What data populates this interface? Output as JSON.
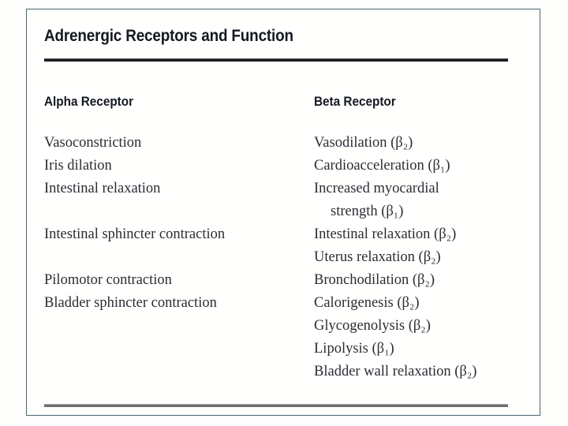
{
  "slide": {
    "title": "Adrenergic Receptors and Function",
    "border_color": "#4a6670",
    "background_color": "#fdfdfc",
    "text_color": "#2a2d34",
    "rule_top_color": "#1c1c1c",
    "rule_bottom_color": "#6f6f70"
  },
  "columns": {
    "alpha": {
      "header": "Alpha Receptor",
      "entries": [
        {
          "text": "Vasoconstriction",
          "continuation": false,
          "gap_before": false
        },
        {
          "text": "Iris dilation",
          "continuation": false,
          "gap_before": false
        },
        {
          "text": "Intestinal relaxation",
          "continuation": false,
          "gap_before": false
        },
        {
          "text": "Intestinal sphincter contraction",
          "continuation": false,
          "gap_before": true
        },
        {
          "text": "Pilomotor contraction",
          "continuation": false,
          "gap_before": true
        },
        {
          "text": "Bladder sphincter contraction",
          "continuation": false,
          "gap_before": false
        }
      ]
    },
    "beta": {
      "header": "Beta Receptor",
      "entries": [
        {
          "text": "Vasodilation (β₂)",
          "label": "Vasodilation",
          "receptor": "β₂",
          "continuation": false
        },
        {
          "text": "Cardioacceleration (β₁)",
          "label": "Cardioacceleration",
          "receptor": "β₁",
          "continuation": false
        },
        {
          "text": "Increased myocardial",
          "label": "Increased myocardial",
          "receptor": "",
          "continuation": false
        },
        {
          "text": "strength (β₁)",
          "label": "strength",
          "receptor": "β₁",
          "continuation": true
        },
        {
          "text": "Intestinal relaxation (β₂)",
          "label": "Intestinal relaxation",
          "receptor": "β₂",
          "continuation": false
        },
        {
          "text": "Uterus relaxation (β₂)",
          "label": "Uterus relaxation",
          "receptor": "β₂",
          "continuation": false
        },
        {
          "text": "Bronchodilation (β₂)",
          "label": "Bronchodilation",
          "receptor": "β₂",
          "continuation": false
        },
        {
          "text": "Calorigenesis (β₂)",
          "label": "Calorigenesis",
          "receptor": "β₂",
          "continuation": false
        },
        {
          "text": "Glycogenolysis (β₂)",
          "label": "Glycogenolysis",
          "receptor": "β₂",
          "continuation": false
        },
        {
          "text": "Lipolysis (β₁)",
          "label": "Lipolysis",
          "receptor": "β₁",
          "continuation": false
        },
        {
          "text": "Bladder wall relaxation (β₂)",
          "label": "Bladder wall relaxation",
          "receptor": "β₂",
          "continuation": false
        }
      ]
    }
  }
}
